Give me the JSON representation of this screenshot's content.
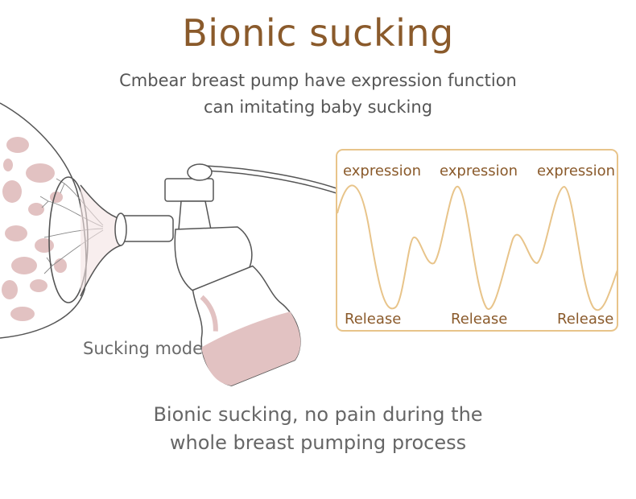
{
  "header": {
    "title": "Bionic sucking",
    "subtitle_line1": "Cmbear breast pump have expression function",
    "subtitle_line2": "can imitating baby sucking"
  },
  "illustration": {
    "caption": "Sucking mode",
    "accent_color": "#e8c48a",
    "fill_color": "#e2c2c2"
  },
  "waveform": {
    "top_labels": [
      "expression",
      "expression",
      "expression"
    ],
    "bottom_labels": [
      "Release",
      "Release",
      "Release"
    ],
    "line_color": "#e8c48a"
  },
  "footer": {
    "line1": "Bionic sucking, no pain during the",
    "line2": "whole breast pumping process"
  }
}
